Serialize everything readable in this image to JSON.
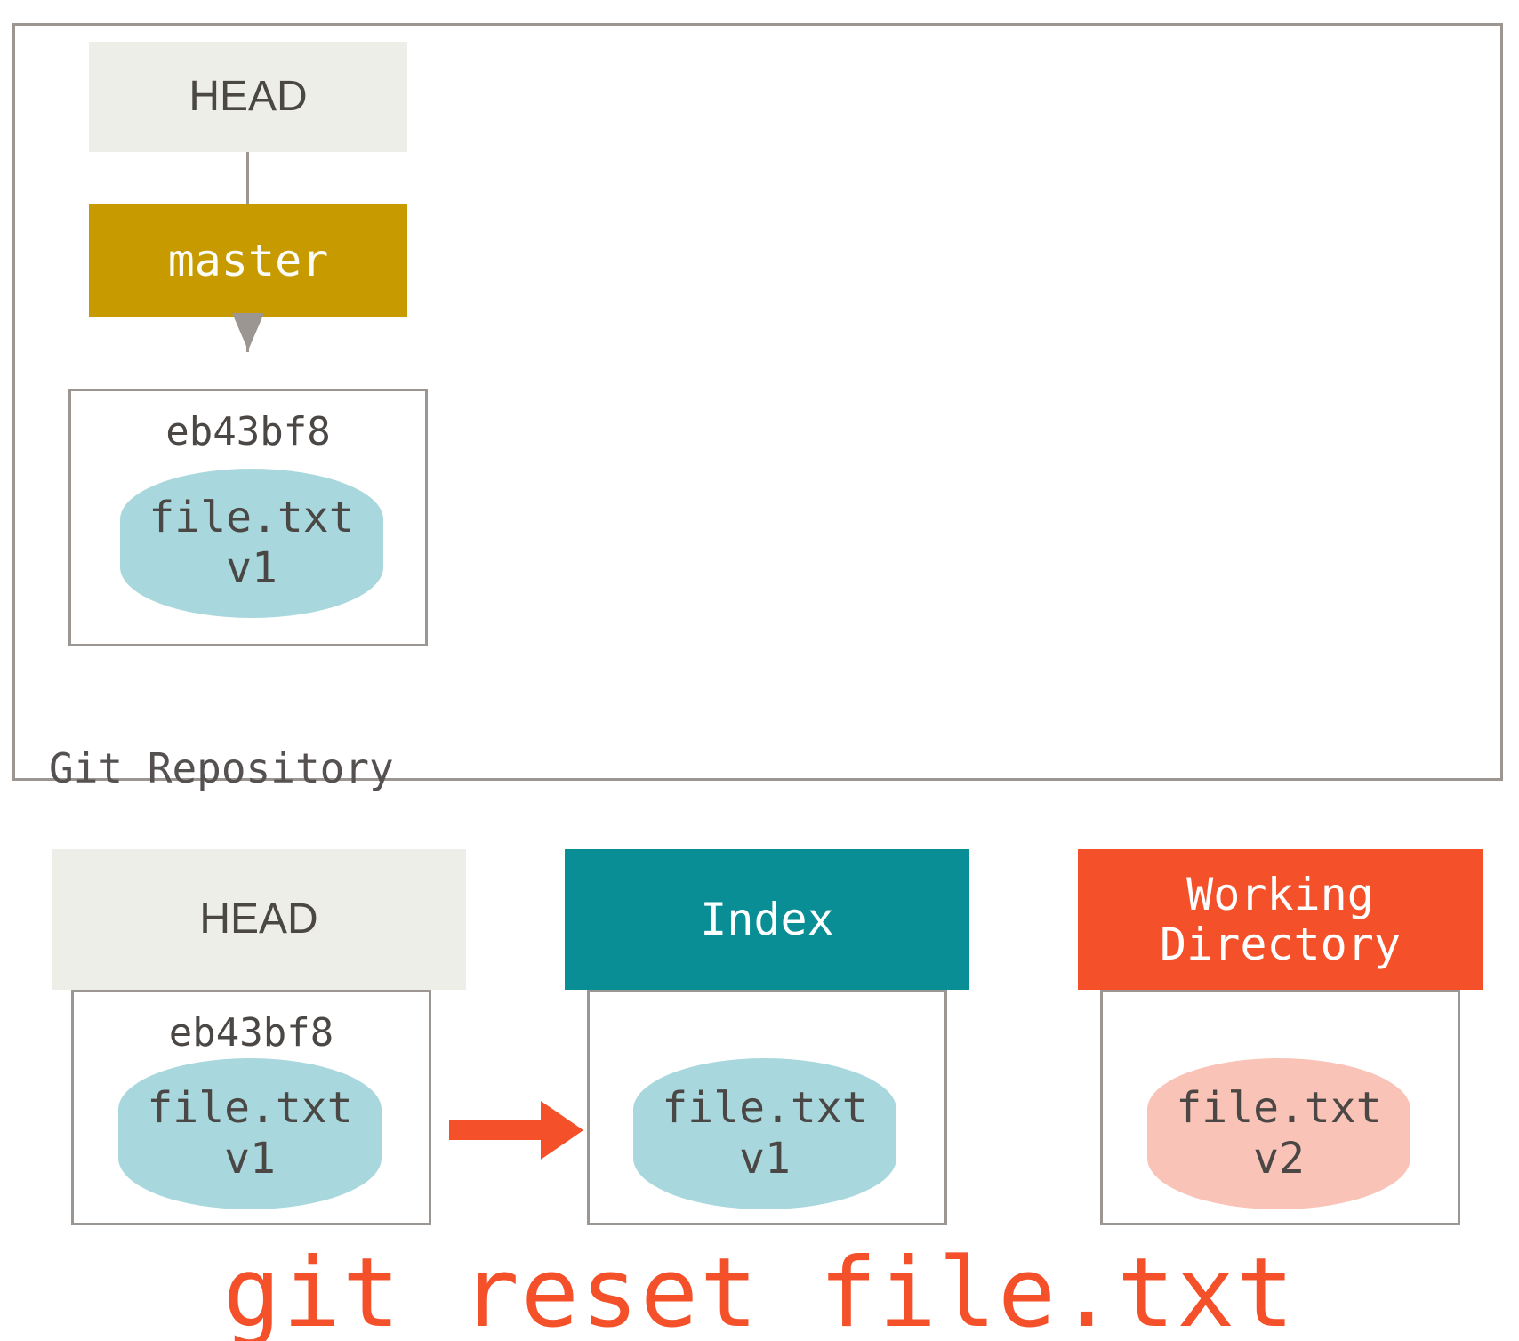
{
  "diagram": {
    "title": "git reset file.txt",
    "colors": {
      "head_chip": "#eeeee8",
      "master_chip": "#c79b00",
      "index_chip": "#0a8e96",
      "working_directory_chip": "#f4502a",
      "blob_v1": "#a8d8dd",
      "blob_v2": "#f9c3b7",
      "border": "#9b9691",
      "text": "#4a4745",
      "accent_red": "#f4502a"
    }
  },
  "repository": {
    "label": "Git Repository",
    "head_chip": "HEAD",
    "branch_chip": "master",
    "commit": {
      "sha": "eb43bf8",
      "blob_name": "file.txt",
      "blob_version": "v1"
    }
  },
  "areas": [
    {
      "header": "HEAD",
      "header_line2": "",
      "sha": "eb43bf8",
      "blob_name": "file.txt",
      "blob_version": "v1"
    },
    {
      "header": "Index",
      "header_line2": "",
      "sha": "",
      "blob_name": "file.txt",
      "blob_version": "v1"
    },
    {
      "header": "Working",
      "header_line2": "Directory",
      "sha": "",
      "blob_name": "file.txt",
      "blob_version": "v2"
    }
  ],
  "command": "git reset file.txt"
}
